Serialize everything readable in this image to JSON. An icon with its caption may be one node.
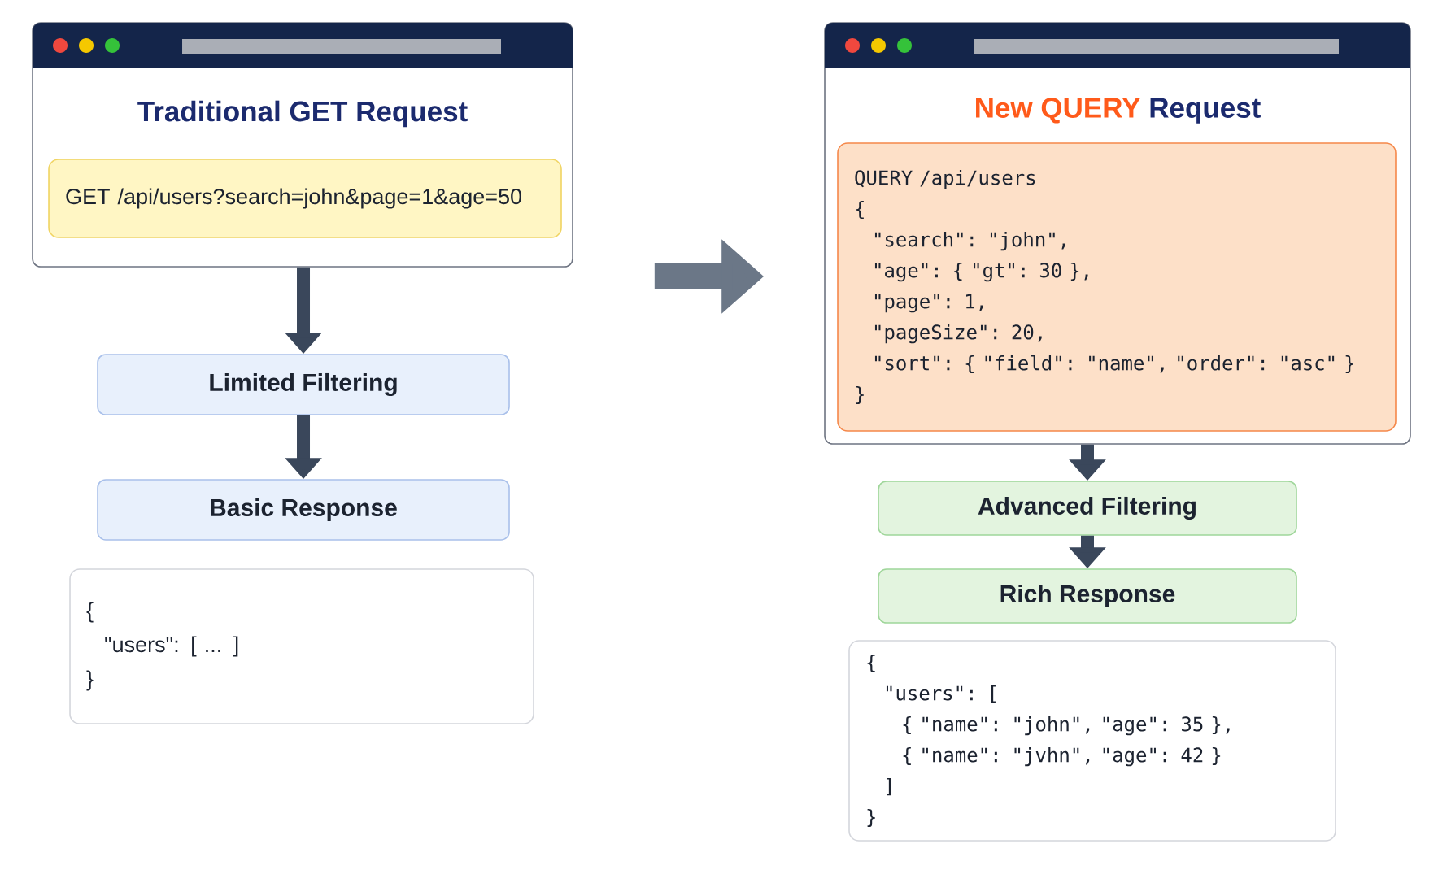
{
  "diagram": {
    "nodes": [
      {
        "text": [
          "Traditional GET Request"
        ]
      },
      {
        "text": [
          "GET /api/users?search=john&page=1&age=50"
        ],
        "in": 0
      },
      {
        "text": [
          "Limited Filtering"
        ]
      },
      {
        "text": [
          "Basic Response"
        ]
      },
      {
        "text": [
          "{",
          "\"users\": [ ... ]",
          "}"
        ]
      },
      {
        "text": [
          "New QUERY",
          "Request"
        ]
      },
      {
        "text": [
          "QUERY /api/users",
          "{",
          "\"search\": \"john\",",
          "\"age\": { \"gt\": 30 },",
          "\"page\": 1,",
          "\"pageSize\": 20,",
          "\"sort\": { \"field\": \"name\", \"order\": \"asc\" }",
          "}"
        ],
        "in": 5
      },
      {
        "text": [
          "Advanced Filtering"
        ]
      },
      {
        "text": [
          "Rich Response"
        ]
      },
      {
        "text": [
          "{",
          "\"users\": [",
          "{ \"name\": \"john\", \"age\": 35 },",
          "{ \"name\": \"jvhn\", \"age\": 42 }",
          "]",
          "}"
        ]
      }
    ],
    "edges": [
      {
        "from": 0,
        "to": 2,
        "arrow": "to"
      },
      {
        "from": 2,
        "to": 3,
        "arrow": "to"
      },
      {
        "from": 0,
        "to": 5,
        "arrow": "to",
        "style": "thick",
        "color": "#6b7787"
      },
      {
        "from": 5,
        "to": 7,
        "arrow": "to"
      },
      {
        "from": 7,
        "to": 8,
        "arrow": "to"
      }
    ]
  }
}
